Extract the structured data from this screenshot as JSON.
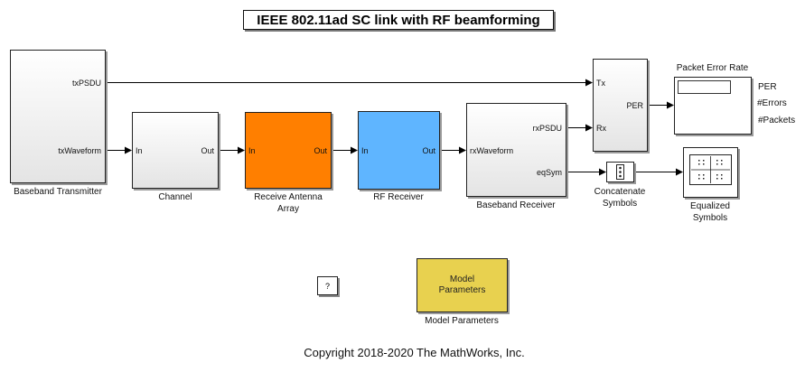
{
  "title": "IEEE 802.11ad SC link with RF beamforming",
  "copyright": "Copyright 2018-2020 The MathWorks, Inc.",
  "blocks": {
    "tx": {
      "label": "Baseband Transmitter",
      "out1": "txPSDU",
      "out2": "txWaveform"
    },
    "channel": {
      "label": "Channel",
      "in": "In",
      "out": "Out"
    },
    "antenna": {
      "label1": "Receive Antenna",
      "label2": "Array",
      "in": "In",
      "out": "Out",
      "color": "#ff7f00"
    },
    "rf": {
      "label": "RF Receiver",
      "in": "In",
      "out": "Out",
      "color": "#5fb5ff"
    },
    "rx": {
      "label": "Baseband Receiver",
      "in": "rxWaveform",
      "out1": "rxPSDU",
      "out2": "eqSym"
    },
    "per": {
      "in1": "Tx",
      "in2": "Rx",
      "out": "PER"
    },
    "display": {
      "label": "Packet Error Rate",
      "sig1": "PER",
      "sig2": "#Errors",
      "sig3": "#Packets"
    },
    "concat": {
      "label1": "Concatenate",
      "label2": "Symbols"
    },
    "scope": {
      "label1": "Equalized",
      "label2": "Symbols"
    },
    "params": {
      "text1": "Model",
      "text2": "Parameters",
      "label": "Model Parameters",
      "color": "#e8d14f"
    },
    "help": {
      "text": "?"
    }
  }
}
